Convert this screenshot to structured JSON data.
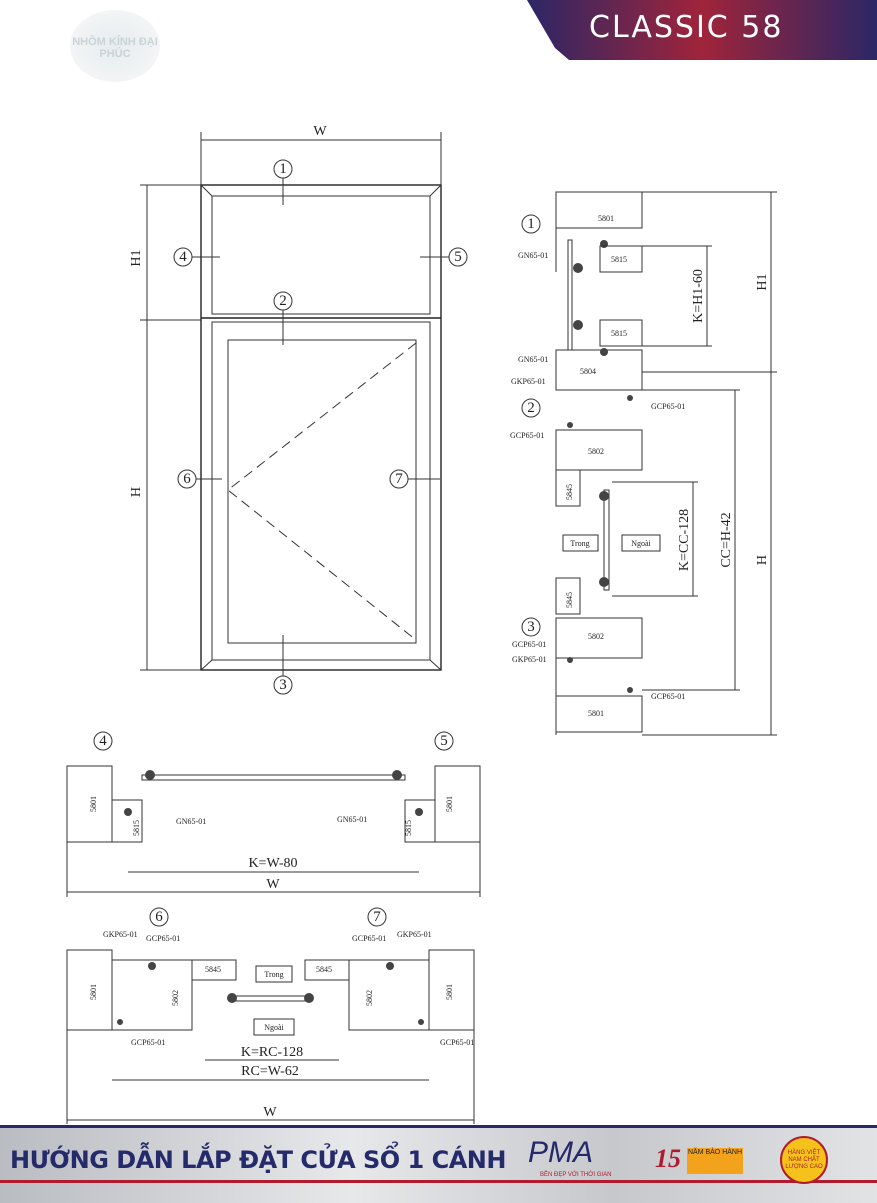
{
  "header": {
    "series": "CLASSIC 58"
  },
  "logo": {
    "text": "NHÔM KÍNH ĐẠI PHÚC"
  },
  "footer": {
    "title": "HƯỚNG DẪN LẮP ĐẶT CỬA SỔ 1 CÁNH",
    "brand": "PMA",
    "brand_tagline": "BỀN ĐẸP VỚI THỜI GIAN",
    "warranty_years": "15",
    "warranty_text": "NĂM BẢO HÀNH",
    "seal_text": "HÀNG VIỆT NAM CHẤT LƯỢNG CAO"
  },
  "elevation": {
    "w": "W",
    "h1": "H1",
    "h": "H",
    "callouts": [
      "1",
      "2",
      "3",
      "4",
      "5",
      "6",
      "7"
    ]
  },
  "vertical_section": {
    "profiles": [
      "5801",
      "5815",
      "5815",
      "5804",
      "5802",
      "5845",
      "5845",
      "5802",
      "5801"
    ],
    "gaskets": {
      "gn1": "GN65-01",
      "gn2": "GN65-01",
      "gkp1": "GKP65-01",
      "gcp1": "GCP65-01",
      "gcp2": "GCP65-01",
      "gcp3": "GCP65-01",
      "gkp2": "GKP65-01",
      "gcp4": "GCP65-01"
    },
    "inside": "Trong",
    "outside": "Ngoài",
    "dims": {
      "k1": "K=H1-60",
      "h1": "H1",
      "k2": "K=CC-128",
      "cc": "CC=H-42",
      "h": "H"
    }
  },
  "section_45": {
    "profiles": [
      "5801",
      "5815",
      "5815",
      "5801"
    ],
    "gaskets": [
      "GN65-01",
      "GN65-01"
    ],
    "dims": {
      "k": "K=W-80",
      "w": "W"
    }
  },
  "section_67": {
    "profiles": [
      "5801",
      "5802",
      "5845",
      "5845",
      "5802",
      "5801"
    ],
    "gaskets": [
      "GKP65-01",
      "GCP65-01",
      "GCP65-01",
      "GKP65-01",
      "GCP65-01",
      "GCP65-01"
    ],
    "inside": "Trong",
    "outside": "Ngoài",
    "dims": {
      "k": "K=RC-128",
      "rc": "RC=W-62",
      "w": "W"
    }
  }
}
